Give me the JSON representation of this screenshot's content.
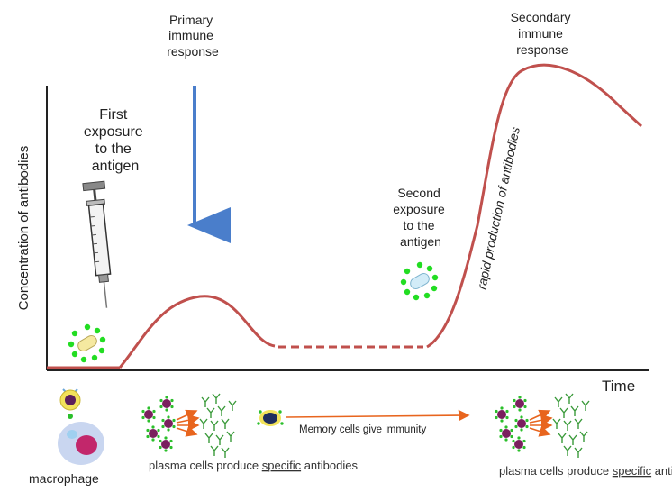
{
  "labels": {
    "primary_line1": "Primary",
    "primary_line2": "immune",
    "primary_line3": "response",
    "secondary_line1": "Secondary",
    "secondary_line2": "immune",
    "secondary_line3": "response",
    "first_line1": "First",
    "first_line2": "exposure",
    "first_line3": "to the",
    "first_line4": "antigen",
    "second_line1": "Second",
    "second_line2": "exposure",
    "second_line3": "to the",
    "second_line4": "antigen",
    "y_axis": "Concentration of antibodies",
    "x_axis": "Time",
    "rapid": "rapid production of antibodies",
    "macrophage": "macrophage",
    "memory": "Memory cells give immunity",
    "plasma1_pre": "plasma cells produce ",
    "plasma1_specific": "specific",
    "plasma1_post": " antibodies",
    "plasma2_pre": "plasma cells produce ",
    "plasma2_specific": "specific",
    "plasma2_post": " antibodies"
  },
  "colors": {
    "curve": "#c0504d",
    "arrow_blue": "#4a7ecb",
    "orange": "#e8651e",
    "virus_green": "#22dd22",
    "plasma_purple": "#7a1f5e",
    "antibody_green": "#3a9a3a"
  }
}
